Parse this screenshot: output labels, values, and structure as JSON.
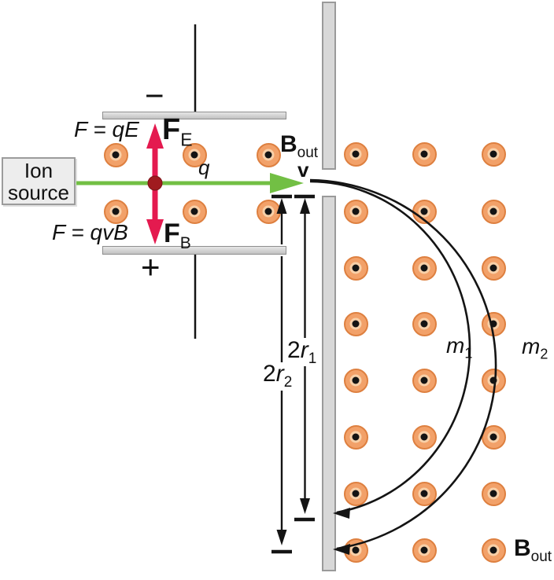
{
  "labels": {
    "ion_source": {
      "line1": "Ion",
      "line2": "source"
    },
    "minus": "−",
    "plus": "+",
    "electric_force_eq": "F = qE",
    "magnetic_force_eq": "F = qvB",
    "fe": {
      "main": "F",
      "sub": "E"
    },
    "fb": {
      "main": "F",
      "sub": "B"
    },
    "charge": "q",
    "velocity": "v",
    "b_out_top": {
      "main": "B",
      "sub": "out"
    },
    "b_out_bottom": {
      "main": "B",
      "sub": "out"
    },
    "m1": {
      "main": "m",
      "sub": "1"
    },
    "m2": {
      "main": "m",
      "sub": "2"
    },
    "d1": {
      "prefix": "2",
      "main": "r",
      "sub": "1"
    },
    "d2": {
      "prefix": "2",
      "main": "r",
      "sub": "2"
    }
  },
  "colors": {
    "beam_green": "#72BF44",
    "force_arrow": "#E41A4F",
    "ion_dot": "#A01B1F",
    "field_ring": "#F2A169",
    "field_ring_border": "#DE8040",
    "field_ring_inner": "#F8D0A8",
    "field_dot": "#141414",
    "plate_border": "#8E8E8E",
    "barrier_fill": "#D8D8D8",
    "barrier_border": "#9A9A9A",
    "box_fill": "#EDEDED",
    "box_border": "#9C9C9C",
    "line_black": "#141414"
  },
  "field_grid": {
    "symbol": "magnetic-field-out-of-page",
    "left_region": {
      "cols": [
        147,
        247,
        341
      ],
      "rows": [
        197,
        269
      ]
    },
    "right_region": {
      "cols": [
        452,
        539,
        627
      ],
      "rows": [
        196,
        269,
        341,
        412,
        484,
        556,
        628,
        700
      ]
    }
  }
}
